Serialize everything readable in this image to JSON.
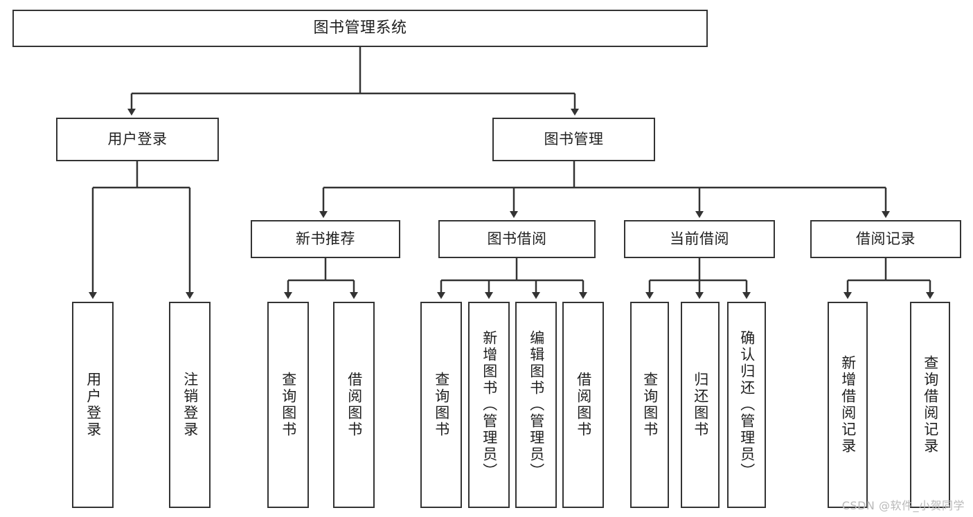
{
  "diagram": {
    "title": "图书管理系统",
    "type": "hierarchy-tree",
    "watermark": "CSDN @软件_小贺同学",
    "colors": {
      "box_border": "#333333",
      "box_fill": "#ffffff",
      "edge": "#333333",
      "text": "#1f1f1f",
      "watermark": "#b9b9b9"
    },
    "nodes": {
      "root": {
        "label": "图书管理系统"
      },
      "level1": [
        {
          "label": "用户登录"
        },
        {
          "label": "图书管理"
        }
      ],
      "level2": [
        {
          "label": "新书推荐"
        },
        {
          "label": "图书借阅"
        },
        {
          "label": "当前借阅"
        },
        {
          "label": "借阅记录"
        }
      ],
      "leaves": {
        "user_login": [
          {
            "label": "用户登录"
          },
          {
            "label": "注销登录"
          }
        ],
        "new_book_recommend": [
          {
            "label": "查询图书"
          },
          {
            "label": "借阅图书"
          }
        ],
        "book_borrow": [
          {
            "label": "查询图书"
          },
          {
            "label": "新增图书（管理员）"
          },
          {
            "label": "编辑图书（管理员）"
          },
          {
            "label": "借阅图书"
          }
        ],
        "current_borrow": [
          {
            "label": "查询图书"
          },
          {
            "label": "归还图书"
          },
          {
            "label": "确认归还（管理员）"
          }
        ],
        "borrow_record": [
          {
            "label": "新增借阅记录"
          },
          {
            "label": "查询借阅记录"
          }
        ]
      }
    }
  }
}
